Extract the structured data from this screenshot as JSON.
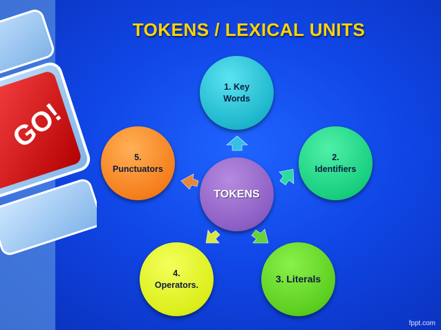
{
  "slide": {
    "title": "TOKENS / LEXICAL UNITS",
    "center": "TOKENS",
    "nodes": [
      {
        "label": "1. Key\nWords"
      },
      {
        "label": "2.\nIdentifiers"
      },
      {
        "label": "3. Literals"
      },
      {
        "label": "4.\nOperators."
      },
      {
        "label": "5.\nPunctuators"
      }
    ],
    "decoration_text": "GO!",
    "footer": "fppt.com"
  },
  "colors": {
    "title": "#ffd400",
    "background": "#1046e6",
    "key_words": "#1fb7cc",
    "identifiers": "#19cf7f",
    "literals": "#5ccf1f",
    "operators": "#dcef1c",
    "punctuators": "#f57f1c",
    "tokens": "#8c5fc4"
  }
}
